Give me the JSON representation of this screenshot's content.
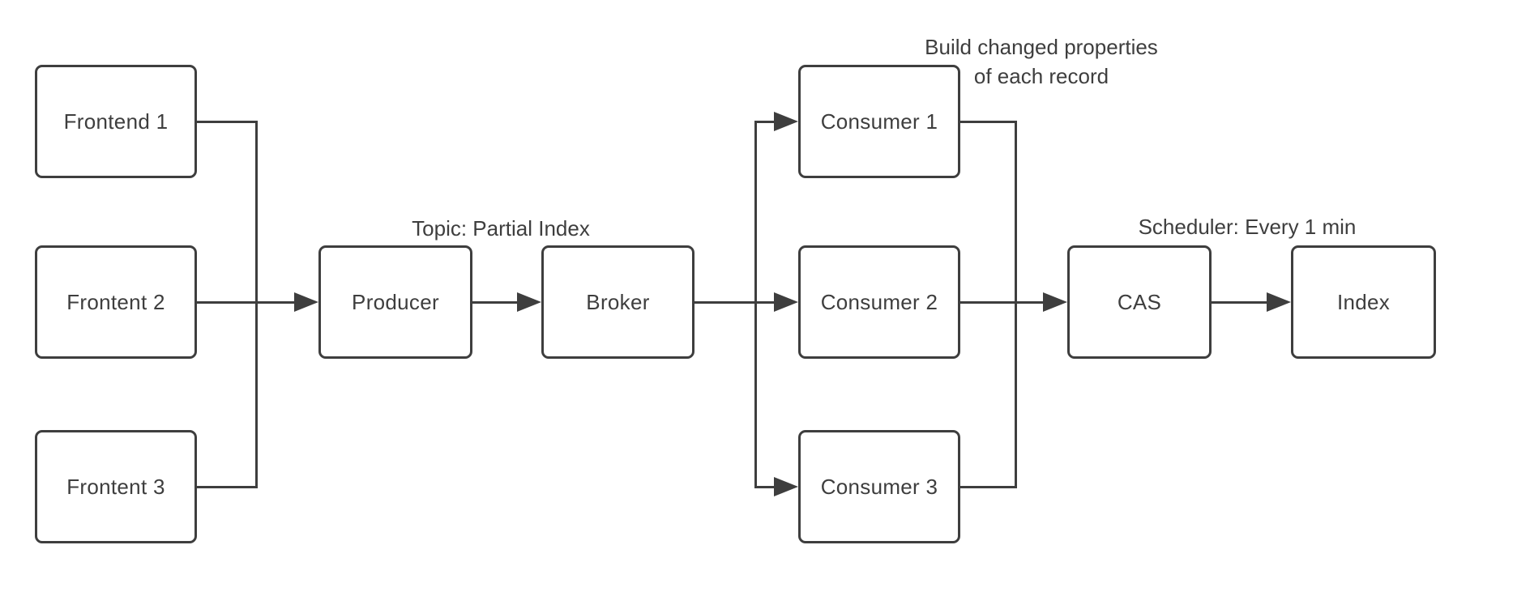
{
  "colors": {
    "stroke": "#3e3e3e",
    "text": "#3e3e3e",
    "background": "#ffffff"
  },
  "nodes": {
    "frontend1": {
      "label": "Frontend 1"
    },
    "frontend2": {
      "label": "Frontent 2"
    },
    "frontend3": {
      "label": "Frontent 3"
    },
    "producer": {
      "label": "Producer"
    },
    "broker": {
      "label": "Broker"
    },
    "consumer1": {
      "label": "Consumer 1"
    },
    "consumer2": {
      "label": "Consumer 2"
    },
    "consumer3": {
      "label": "Consumer 3"
    },
    "cas": {
      "label": "CAS"
    },
    "index": {
      "label": "Index"
    }
  },
  "annotations": {
    "topic_label": "Topic: Partial Index",
    "build_note_line1": "Build changed properties",
    "build_note_line2": "of each record",
    "scheduler_label": "Scheduler: Every 1 min"
  },
  "edges": [
    {
      "from": "Frontend 1",
      "to": "Producer"
    },
    {
      "from": "Frontent 2",
      "to": "Producer"
    },
    {
      "from": "Frontent 3",
      "to": "Producer"
    },
    {
      "from": "Producer",
      "to": "Broker",
      "label": "Topic: Partial Index"
    },
    {
      "from": "Broker",
      "to": "Consumer 1"
    },
    {
      "from": "Broker",
      "to": "Consumer 2"
    },
    {
      "from": "Broker",
      "to": "Consumer 3"
    },
    {
      "from": "Consumer 1",
      "to": "CAS",
      "label": "Build changed properties of each record"
    },
    {
      "from": "Consumer 2",
      "to": "CAS"
    },
    {
      "from": "Consumer 3",
      "to": "CAS"
    },
    {
      "from": "CAS",
      "to": "Index",
      "label": "Scheduler: Every 1 min"
    }
  ]
}
